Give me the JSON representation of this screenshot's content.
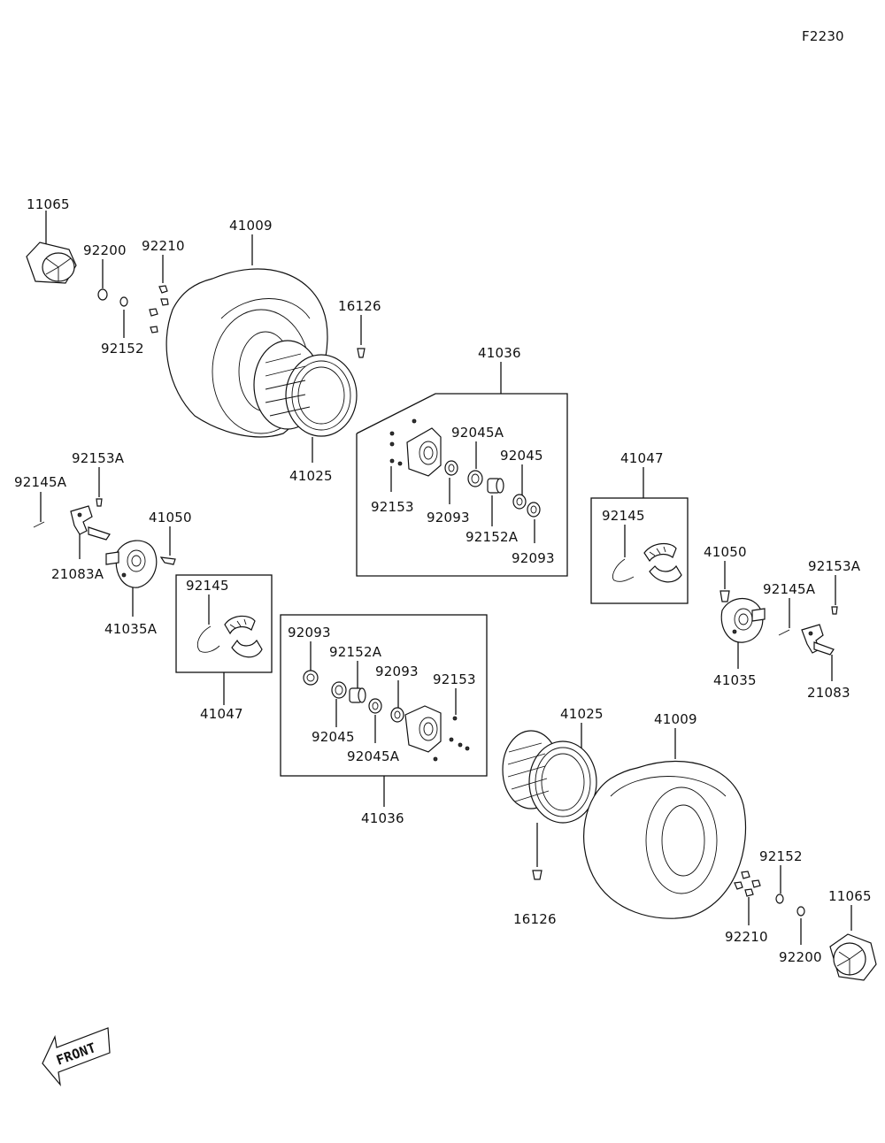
{
  "diagram_code": "F2230",
  "front_label": "FRONT",
  "labels": {
    "hub_cap_left": "11065",
    "washer_left": "92200",
    "nut_left": "92210",
    "stud_left": "92152",
    "tire_left": "41009",
    "valve_left": "16126",
    "rim_left": "41025",
    "hub_group_upper": "41036",
    "hub_bolt_upper": "92153",
    "seal_upper_a": "92045A",
    "seal_upper": "92045",
    "oring_upper": "92093",
    "collar_upper": "92152A",
    "oring_upper_b": "92093",
    "shoe_group_right": "41047",
    "spring_right": "92145",
    "bolt_left_panel": "92153A",
    "spring_left_panel": "92145A",
    "cam_left": "41050",
    "lever_left": "21083A",
    "panel_left": "41035A",
    "shoe_group_left": "41047",
    "spring_left": "92145",
    "oring_lower": "92093",
    "collar_lower": "92152A",
    "oring_lower_b": "92093",
    "bolt_lower": "92153",
    "seal_lower": "92045",
    "seal_lower_a": "92045A",
    "hub_group_lower": "41036",
    "cam_right": "41050",
    "bolt_right_panel": "92153A",
    "spring_right_panel": "92145A",
    "panel_right": "41035",
    "lever_right": "21083",
    "rim_right": "41025",
    "tire_right": "41009",
    "valve_right": "16126",
    "stud_right": "92152",
    "hub_cap_right": "11065",
    "nut_right": "92210",
    "washer_right": "92200"
  }
}
